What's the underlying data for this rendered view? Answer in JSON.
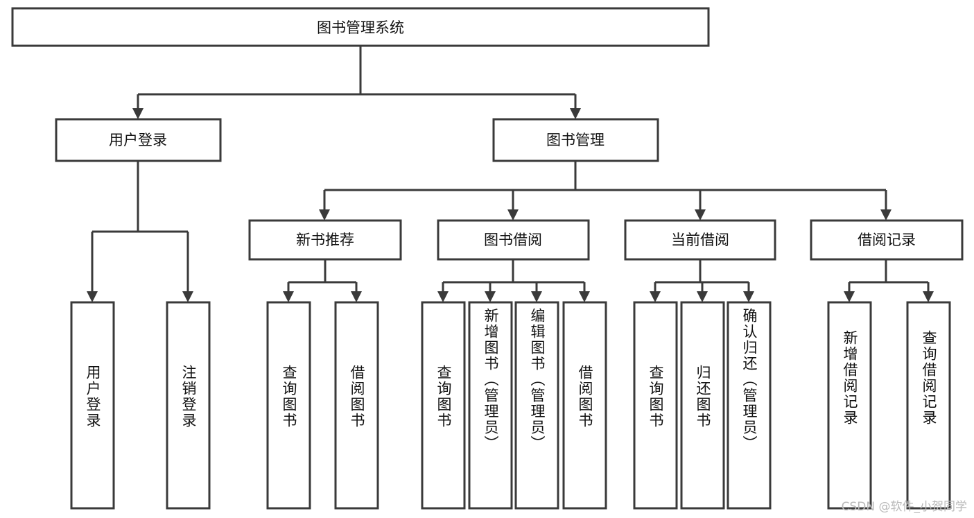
{
  "diagram": {
    "type": "hierarchy-tree",
    "title_node": {
      "label": "图书管理系统"
    },
    "level2": [
      {
        "id": "user-login",
        "label": "用户登录"
      },
      {
        "id": "book-management",
        "label": "图书管理"
      }
    ],
    "level3": [
      {
        "id": "new-book-recommend",
        "label": "新书推荐",
        "parent": "book-management"
      },
      {
        "id": "book-borrow",
        "label": "图书借阅",
        "parent": "book-management"
      },
      {
        "id": "current-borrow",
        "label": "当前借阅",
        "parent": "book-management"
      },
      {
        "id": "borrow-record",
        "label": "借阅记录",
        "parent": "book-management"
      }
    ],
    "leaves": {
      "user_login": [
        {
          "id": "leaf-user-login",
          "label": "用户登录"
        },
        {
          "id": "leaf-logout-login",
          "label": "注销登录"
        }
      ],
      "new_book_recommend": [
        {
          "id": "leaf-query-book-1",
          "label": "查询图书"
        },
        {
          "id": "leaf-borrow-book-1",
          "label": "借阅图书"
        }
      ],
      "book_borrow": [
        {
          "id": "leaf-query-book-2",
          "label": "查询图书"
        },
        {
          "id": "leaf-add-book",
          "label": "新增图书（管理员）"
        },
        {
          "id": "leaf-edit-book",
          "label": "编辑图书（管理员）"
        },
        {
          "id": "leaf-borrow-book-2",
          "label": "借阅图书"
        }
      ],
      "current_borrow": [
        {
          "id": "leaf-query-book-3",
          "label": "查询图书"
        },
        {
          "id": "leaf-return-book",
          "label": "归还图书"
        },
        {
          "id": "leaf-confirm-return",
          "label": "确认归还（管理员）"
        }
      ],
      "borrow_record": [
        {
          "id": "leaf-add-record",
          "label": "新增借阅记录"
        },
        {
          "id": "leaf-query-record",
          "label": "查询借阅记录"
        }
      ]
    }
  },
  "watermark": {
    "text": "CSDN @软件_小贺同学"
  },
  "colors": {
    "stroke": "#3a3a3a",
    "fill": "#ffffff",
    "text": "#111111",
    "watermark": "#b9b9b9"
  }
}
